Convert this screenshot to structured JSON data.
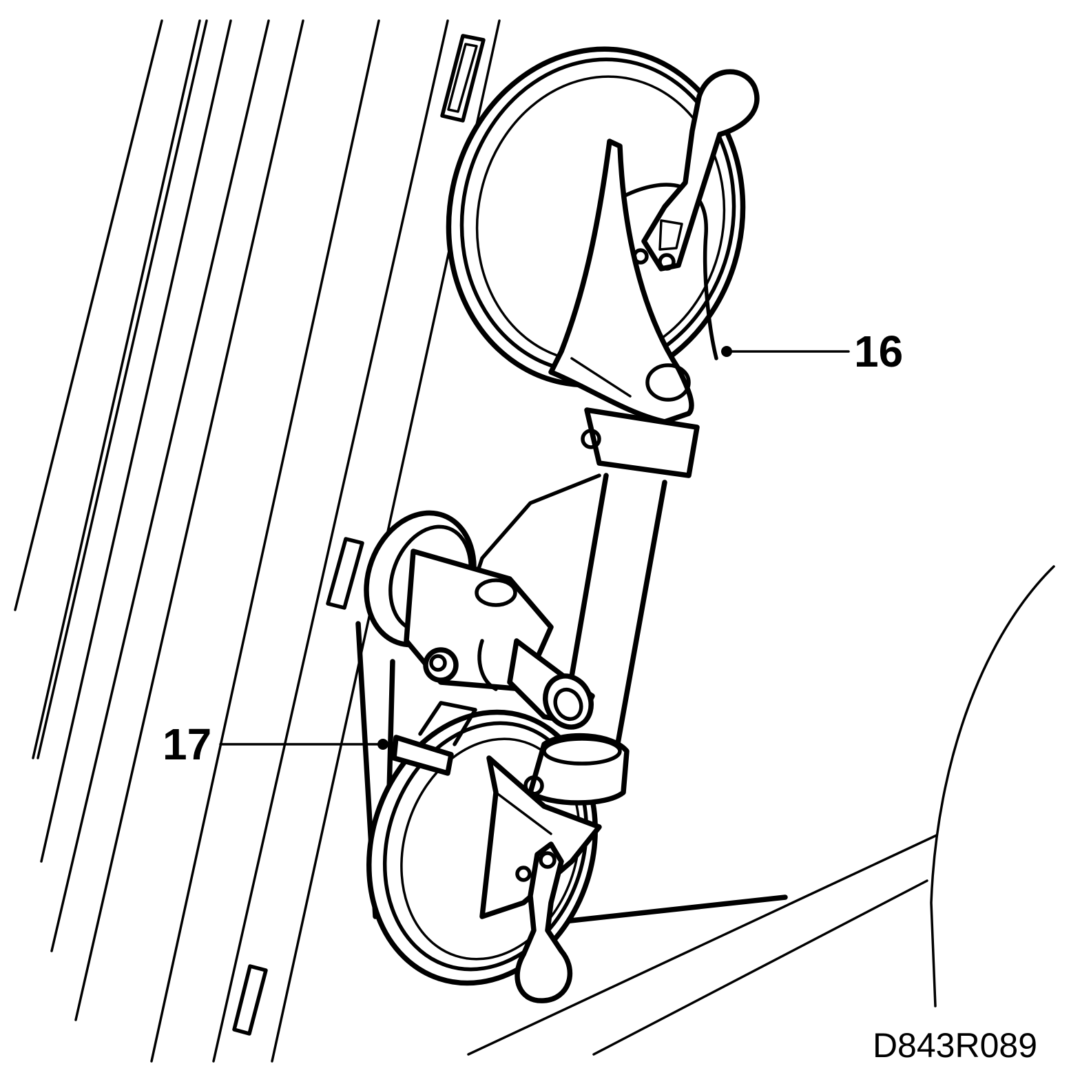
{
  "diagram": {
    "callouts": [
      {
        "id": "16",
        "label": "16"
      },
      {
        "id": "17",
        "label": "17"
      }
    ],
    "figure_code": "D843R089",
    "stroke_color": "#000000",
    "background_color": "#ffffff"
  }
}
